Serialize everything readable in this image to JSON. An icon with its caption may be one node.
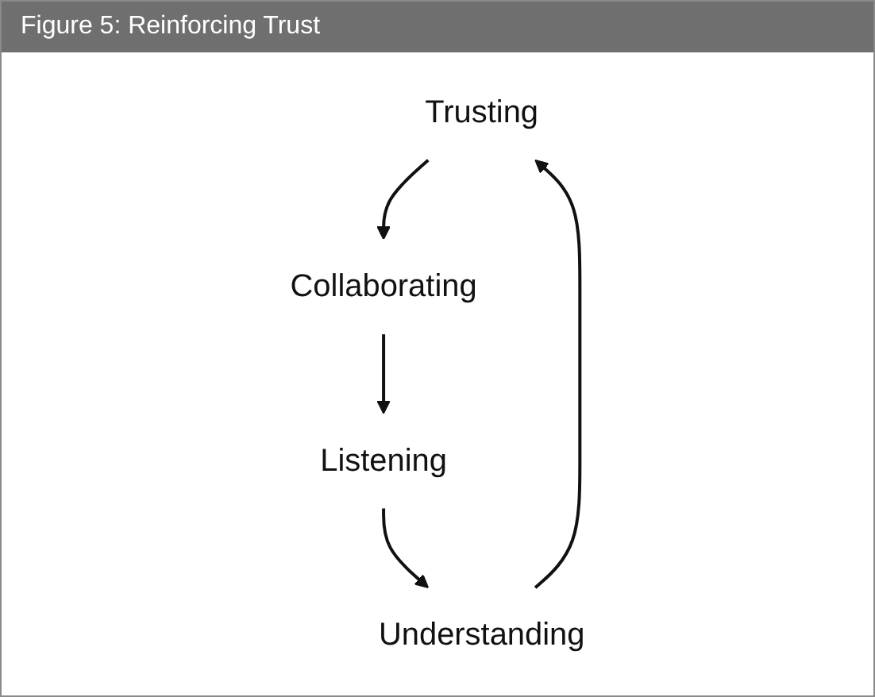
{
  "diagram": {
    "title": "Figure 5: Reinforcing Trust",
    "nodes": [
      {
        "text": [
          "Trusting"
        ]
      },
      {
        "text": [
          "Collaborating"
        ]
      },
      {
        "text": [
          "Listening"
        ]
      },
      {
        "text": [
          "Understanding"
        ]
      }
    ],
    "edges": [
      {
        "from": 0,
        "to": 1,
        "arrow": "to"
      },
      {
        "from": 1,
        "to": 2,
        "arrow": "to"
      },
      {
        "from": 2,
        "to": 3,
        "arrow": "to"
      },
      {
        "from": 3,
        "to": 0,
        "arrow": "to"
      }
    ]
  }
}
